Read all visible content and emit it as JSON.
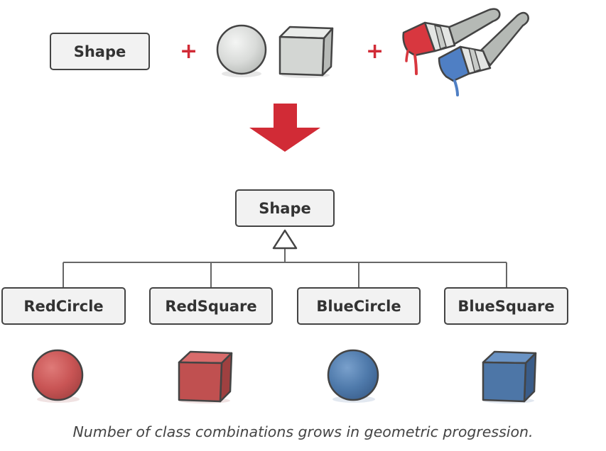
{
  "top": {
    "shape_label": "Shape",
    "plus_1": "+",
    "plus_2": "+"
  },
  "hierarchy": {
    "parent_label": "Shape",
    "children": [
      "RedCircle",
      "RedSquare",
      "BlueCircle",
      "BlueSquare"
    ]
  },
  "caption": "Number of class combinations grows in geometric progression.",
  "colors": {
    "arrow": "#d12b36",
    "red_shape": "#c95555",
    "blue_shape": "#4f7aab",
    "gray_shape": "#d8dad8",
    "box_fill": "#f2f2f2",
    "outline": "#444444"
  },
  "icons": [
    "sphere-icon",
    "cube-icon",
    "red-paintbrush-icon",
    "blue-paintbrush-icon",
    "down-arrow-icon",
    "inheritance-arrow-icon"
  ]
}
